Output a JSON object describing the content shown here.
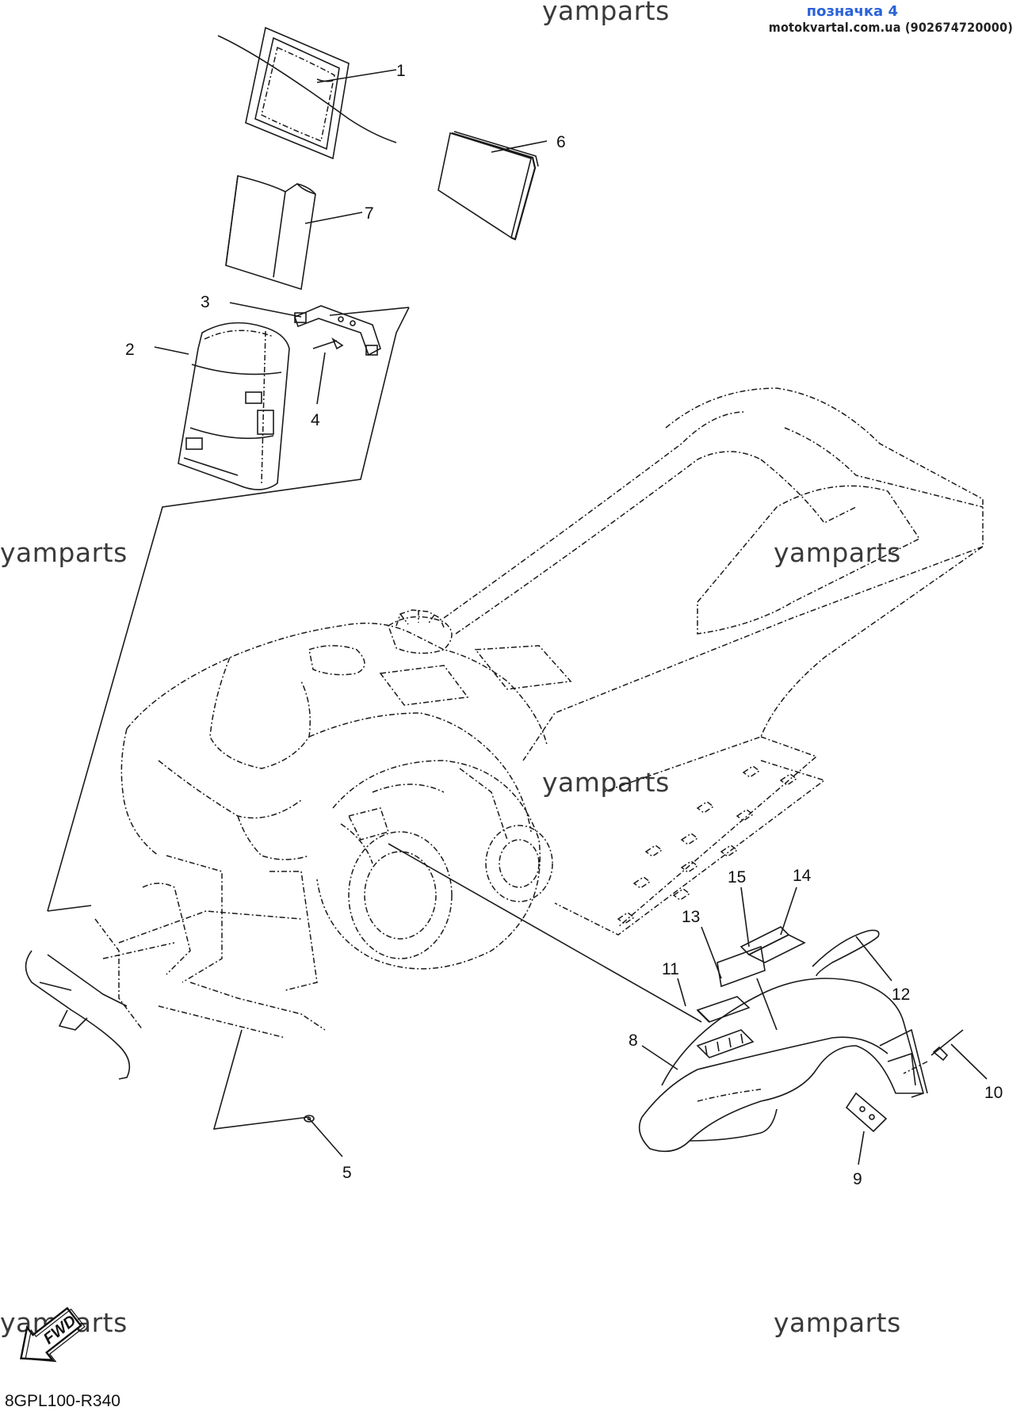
{
  "header": {
    "label": "позначка 4",
    "contact": "motokvartal.com.ua (902674720000)"
  },
  "watermarks": [
    "yamparts",
    "yamparts",
    "yamparts",
    "yamparts",
    "yamparts",
    "yamparts"
  ],
  "callouts": [
    "1",
    "2",
    "3",
    "4",
    "5",
    "6",
    "7",
    "8",
    "9",
    "10",
    "11",
    "12",
    "13",
    "14",
    "15"
  ],
  "fwd_arrow_text": "FWD",
  "diagram_code": "8GPL100-R340"
}
